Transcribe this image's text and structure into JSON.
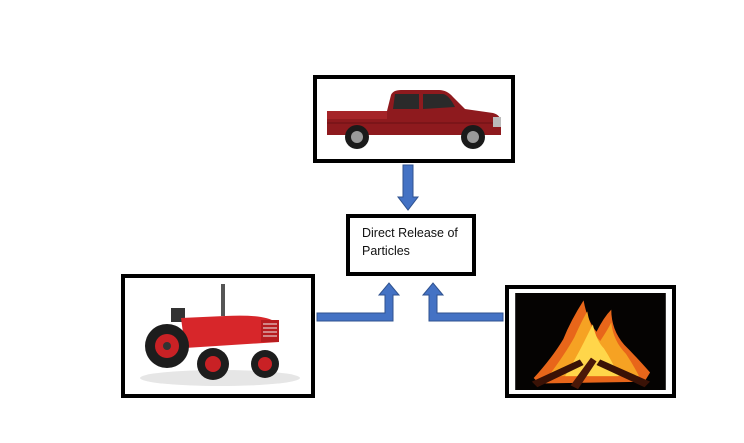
{
  "diagram": {
    "center_label": "Direct Release of\nParticles",
    "sources": [
      {
        "name": "pickup truck",
        "icon": "pickup-truck-image"
      },
      {
        "name": "tractor",
        "icon": "tractor-image"
      },
      {
        "name": "bonfire",
        "icon": "bonfire-image"
      }
    ],
    "colors": {
      "arrow": "#4472C4",
      "arrow_edge": "#2F528F",
      "frame": "#000000"
    }
  }
}
